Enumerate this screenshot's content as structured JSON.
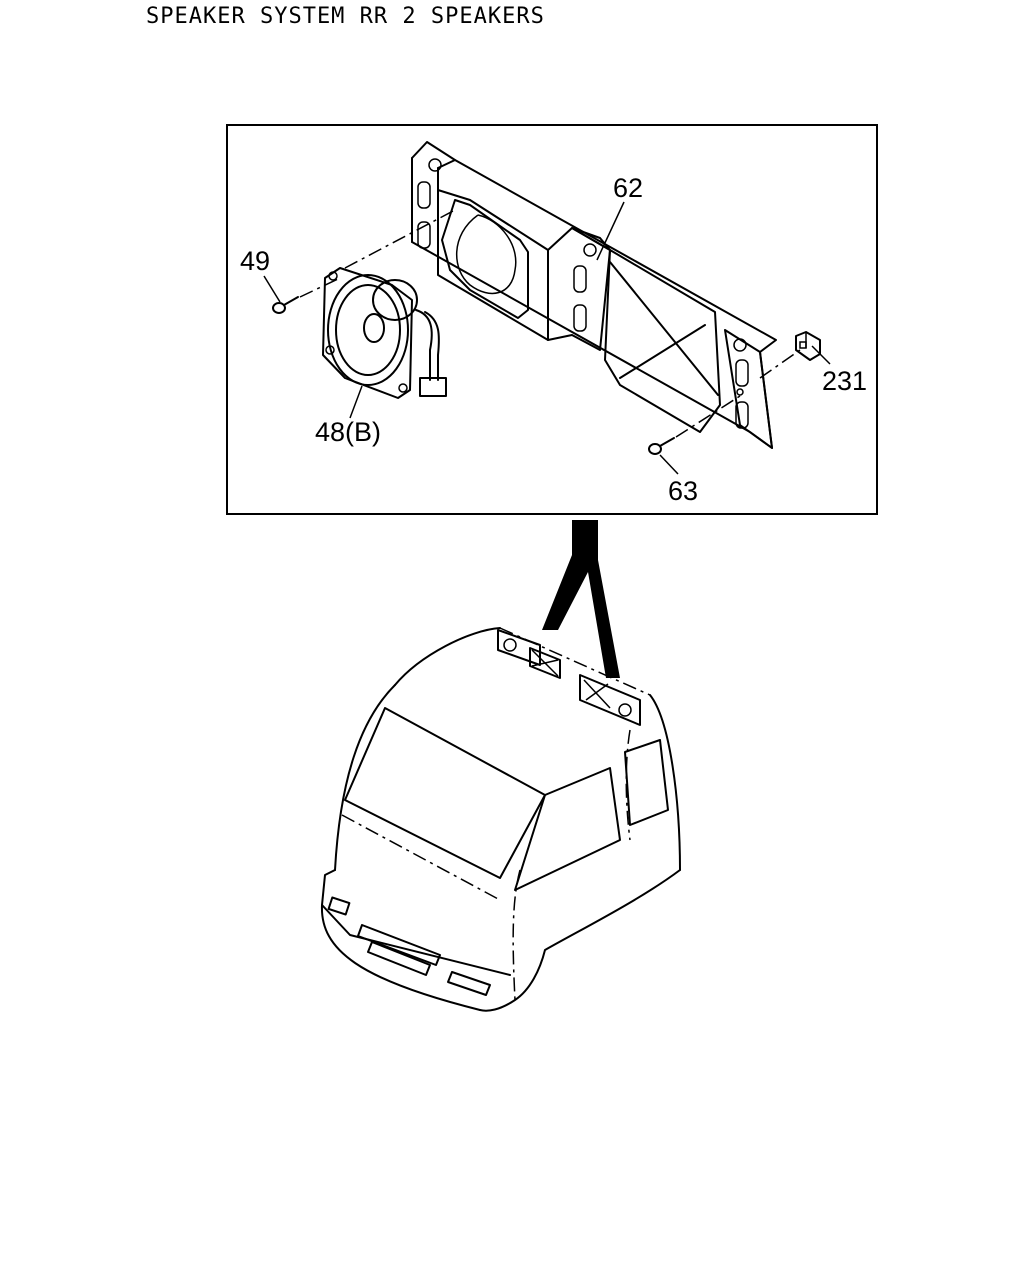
{
  "header": {
    "title": "SPEAKER SYSTEM RR 2 SPEAKERS"
  },
  "callouts": {
    "part_62": "62",
    "part_49": "49",
    "part_48": "48(B)",
    "part_231": "231",
    "part_63": "63"
  },
  "icons": {
    "speaker": "speaker-icon",
    "bracket": "bracket-icon",
    "screw": "screw-icon",
    "clip": "clip-icon",
    "cab": "truck-cab-icon"
  }
}
